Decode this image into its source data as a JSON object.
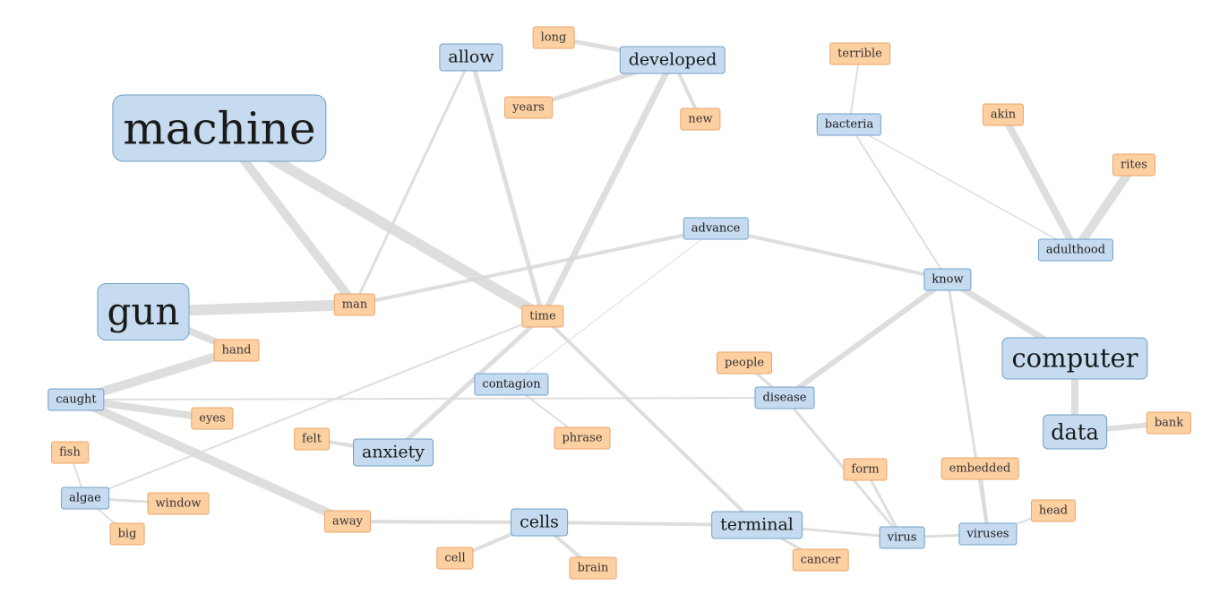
{
  "graph": {
    "colors": {
      "topic_fill": "#c6dbef",
      "topic_border": "#6fa0c8",
      "word_fill": "#fdd0a2",
      "word_border": "#e9a46b",
      "edge": "#d9d9d9"
    },
    "nodes": [
      {
        "id": "machine",
        "label": "machine",
        "kind": "topic",
        "level": 6
      },
      {
        "id": "gun",
        "label": "gun",
        "kind": "topic",
        "level": 5
      },
      {
        "id": "computer",
        "label": "computer",
        "kind": "topic",
        "level": 4
      },
      {
        "id": "data",
        "label": "data",
        "kind": "topic",
        "level": 3
      },
      {
        "id": "cells",
        "label": "cells",
        "kind": "topic",
        "level": 2
      },
      {
        "id": "allow",
        "label": "allow",
        "kind": "topic",
        "level": 2
      },
      {
        "id": "developed",
        "label": "developed",
        "kind": "topic",
        "level": 2
      },
      {
        "id": "terminal",
        "label": "terminal",
        "kind": "topic",
        "level": 2
      },
      {
        "id": "anxiety",
        "label": "anxiety",
        "kind": "topic",
        "level": 2
      },
      {
        "id": "bacteria",
        "label": "bacteria",
        "kind": "topic",
        "level": 1
      },
      {
        "id": "advance",
        "label": "advance",
        "kind": "topic",
        "level": 1
      },
      {
        "id": "adulthood",
        "label": "adulthood",
        "kind": "topic",
        "level": 1
      },
      {
        "id": "know",
        "label": "know",
        "kind": "topic",
        "level": 1
      },
      {
        "id": "caught",
        "label": "caught",
        "kind": "topic",
        "level": 1
      },
      {
        "id": "contagion",
        "label": "contagion",
        "kind": "topic",
        "level": 1
      },
      {
        "id": "disease",
        "label": "disease",
        "kind": "topic",
        "level": 1
      },
      {
        "id": "algae",
        "label": "algae",
        "kind": "topic",
        "level": 1
      },
      {
        "id": "virus",
        "label": "virus",
        "kind": "topic",
        "level": 1
      },
      {
        "id": "viruses",
        "label": "viruses",
        "kind": "topic",
        "level": 1
      },
      {
        "id": "long",
        "label": "long",
        "kind": "word",
        "level": 1
      },
      {
        "id": "years",
        "label": "years",
        "kind": "word",
        "level": 1
      },
      {
        "id": "new",
        "label": "new",
        "kind": "word",
        "level": 1
      },
      {
        "id": "terrible",
        "label": "terrible",
        "kind": "word",
        "level": 1
      },
      {
        "id": "akin",
        "label": "akin",
        "kind": "word",
        "level": 1
      },
      {
        "id": "rites",
        "label": "rites",
        "kind": "word",
        "level": 1
      },
      {
        "id": "man",
        "label": "man",
        "kind": "word",
        "level": 1
      },
      {
        "id": "time",
        "label": "time",
        "kind": "word",
        "level": 1
      },
      {
        "id": "hand",
        "label": "hand",
        "kind": "word",
        "level": 1
      },
      {
        "id": "people",
        "label": "people",
        "kind": "word",
        "level": 1
      },
      {
        "id": "eyes",
        "label": "eyes",
        "kind": "word",
        "level": 1
      },
      {
        "id": "felt",
        "label": "felt",
        "kind": "word",
        "level": 1
      },
      {
        "id": "phrase",
        "label": "phrase",
        "kind": "word",
        "level": 1
      },
      {
        "id": "bank",
        "label": "bank",
        "kind": "word",
        "level": 1
      },
      {
        "id": "fish",
        "label": "fish",
        "kind": "word",
        "level": 1
      },
      {
        "id": "window",
        "label": "window",
        "kind": "word",
        "level": 1
      },
      {
        "id": "big",
        "label": "big",
        "kind": "word",
        "level": 1
      },
      {
        "id": "form",
        "label": "form",
        "kind": "word",
        "level": 1
      },
      {
        "id": "embedded",
        "label": "embedded",
        "kind": "word",
        "level": 1
      },
      {
        "id": "away",
        "label": "away",
        "kind": "word",
        "level": 1
      },
      {
        "id": "head",
        "label": "head",
        "kind": "word",
        "level": 1
      },
      {
        "id": "cell",
        "label": "cell",
        "kind": "word",
        "level": 1
      },
      {
        "id": "brain",
        "label": "brain",
        "kind": "word",
        "level": 1
      },
      {
        "id": "cancer",
        "label": "cancer",
        "kind": "word",
        "level": 1
      }
    ],
    "edges": [
      {
        "source": "machine",
        "target": "man",
        "weight": 10
      },
      {
        "source": "machine",
        "target": "time",
        "weight": 12
      },
      {
        "source": "gun",
        "target": "man",
        "weight": 12
      },
      {
        "source": "gun",
        "target": "hand",
        "weight": 8
      },
      {
        "source": "allow",
        "target": "man",
        "weight": 3
      },
      {
        "source": "allow",
        "target": "time",
        "weight": 5
      },
      {
        "source": "developed",
        "target": "long",
        "weight": 5
      },
      {
        "source": "developed",
        "target": "years",
        "weight": 5
      },
      {
        "source": "developed",
        "target": "new",
        "weight": 4
      },
      {
        "source": "developed",
        "target": "time",
        "weight": 7
      },
      {
        "source": "bacteria",
        "target": "terrible",
        "weight": 2
      },
      {
        "source": "bacteria",
        "target": "adulthood",
        "weight": 1.5
      },
      {
        "source": "bacteria",
        "target": "know",
        "weight": 2
      },
      {
        "source": "adulthood",
        "target": "akin",
        "weight": 8
      },
      {
        "source": "adulthood",
        "target": "rites",
        "weight": 10
      },
      {
        "source": "advance",
        "target": "man",
        "weight": 4
      },
      {
        "source": "advance",
        "target": "know",
        "weight": 4
      },
      {
        "source": "advance",
        "target": "contagion",
        "weight": 1
      },
      {
        "source": "time",
        "target": "anxiety",
        "weight": 5
      },
      {
        "source": "time",
        "target": "terminal",
        "weight": 4
      },
      {
        "source": "time",
        "target": "algae",
        "weight": 2
      },
      {
        "source": "know",
        "target": "computer",
        "weight": 7
      },
      {
        "source": "know",
        "target": "disease",
        "weight": 6
      },
      {
        "source": "know",
        "target": "viruses",
        "weight": 3
      },
      {
        "source": "caught",
        "target": "hand",
        "weight": 10
      },
      {
        "source": "caught",
        "target": "eyes",
        "weight": 8
      },
      {
        "source": "caught",
        "target": "away",
        "weight": 10
      },
      {
        "source": "caught",
        "target": "disease",
        "weight": 2
      },
      {
        "source": "contagion",
        "target": "phrase",
        "weight": 2
      },
      {
        "source": "disease",
        "target": "people",
        "weight": 3
      },
      {
        "source": "disease",
        "target": "virus",
        "weight": 3
      },
      {
        "source": "computer",
        "target": "data",
        "weight": 8
      },
      {
        "source": "data",
        "target": "bank",
        "weight": 6
      },
      {
        "source": "felt",
        "target": "anxiety",
        "weight": 4
      },
      {
        "source": "algae",
        "target": "fish",
        "weight": 2
      },
      {
        "source": "algae",
        "target": "window",
        "weight": 3
      },
      {
        "source": "algae",
        "target": "big",
        "weight": 2
      },
      {
        "source": "away",
        "target": "cells",
        "weight": 4
      },
      {
        "source": "cells",
        "target": "cell",
        "weight": 4
      },
      {
        "source": "cells",
        "target": "brain",
        "weight": 4
      },
      {
        "source": "cells",
        "target": "terminal",
        "weight": 4
      },
      {
        "source": "terminal",
        "target": "cancer",
        "weight": 3
      },
      {
        "source": "terminal",
        "target": "virus",
        "weight": 3
      },
      {
        "source": "virus",
        "target": "form",
        "weight": 3
      },
      {
        "source": "virus",
        "target": "viruses",
        "weight": 3
      },
      {
        "source": "viruses",
        "target": "embedded",
        "weight": 4
      },
      {
        "source": "viruses",
        "target": "head",
        "weight": 2
      }
    ]
  }
}
